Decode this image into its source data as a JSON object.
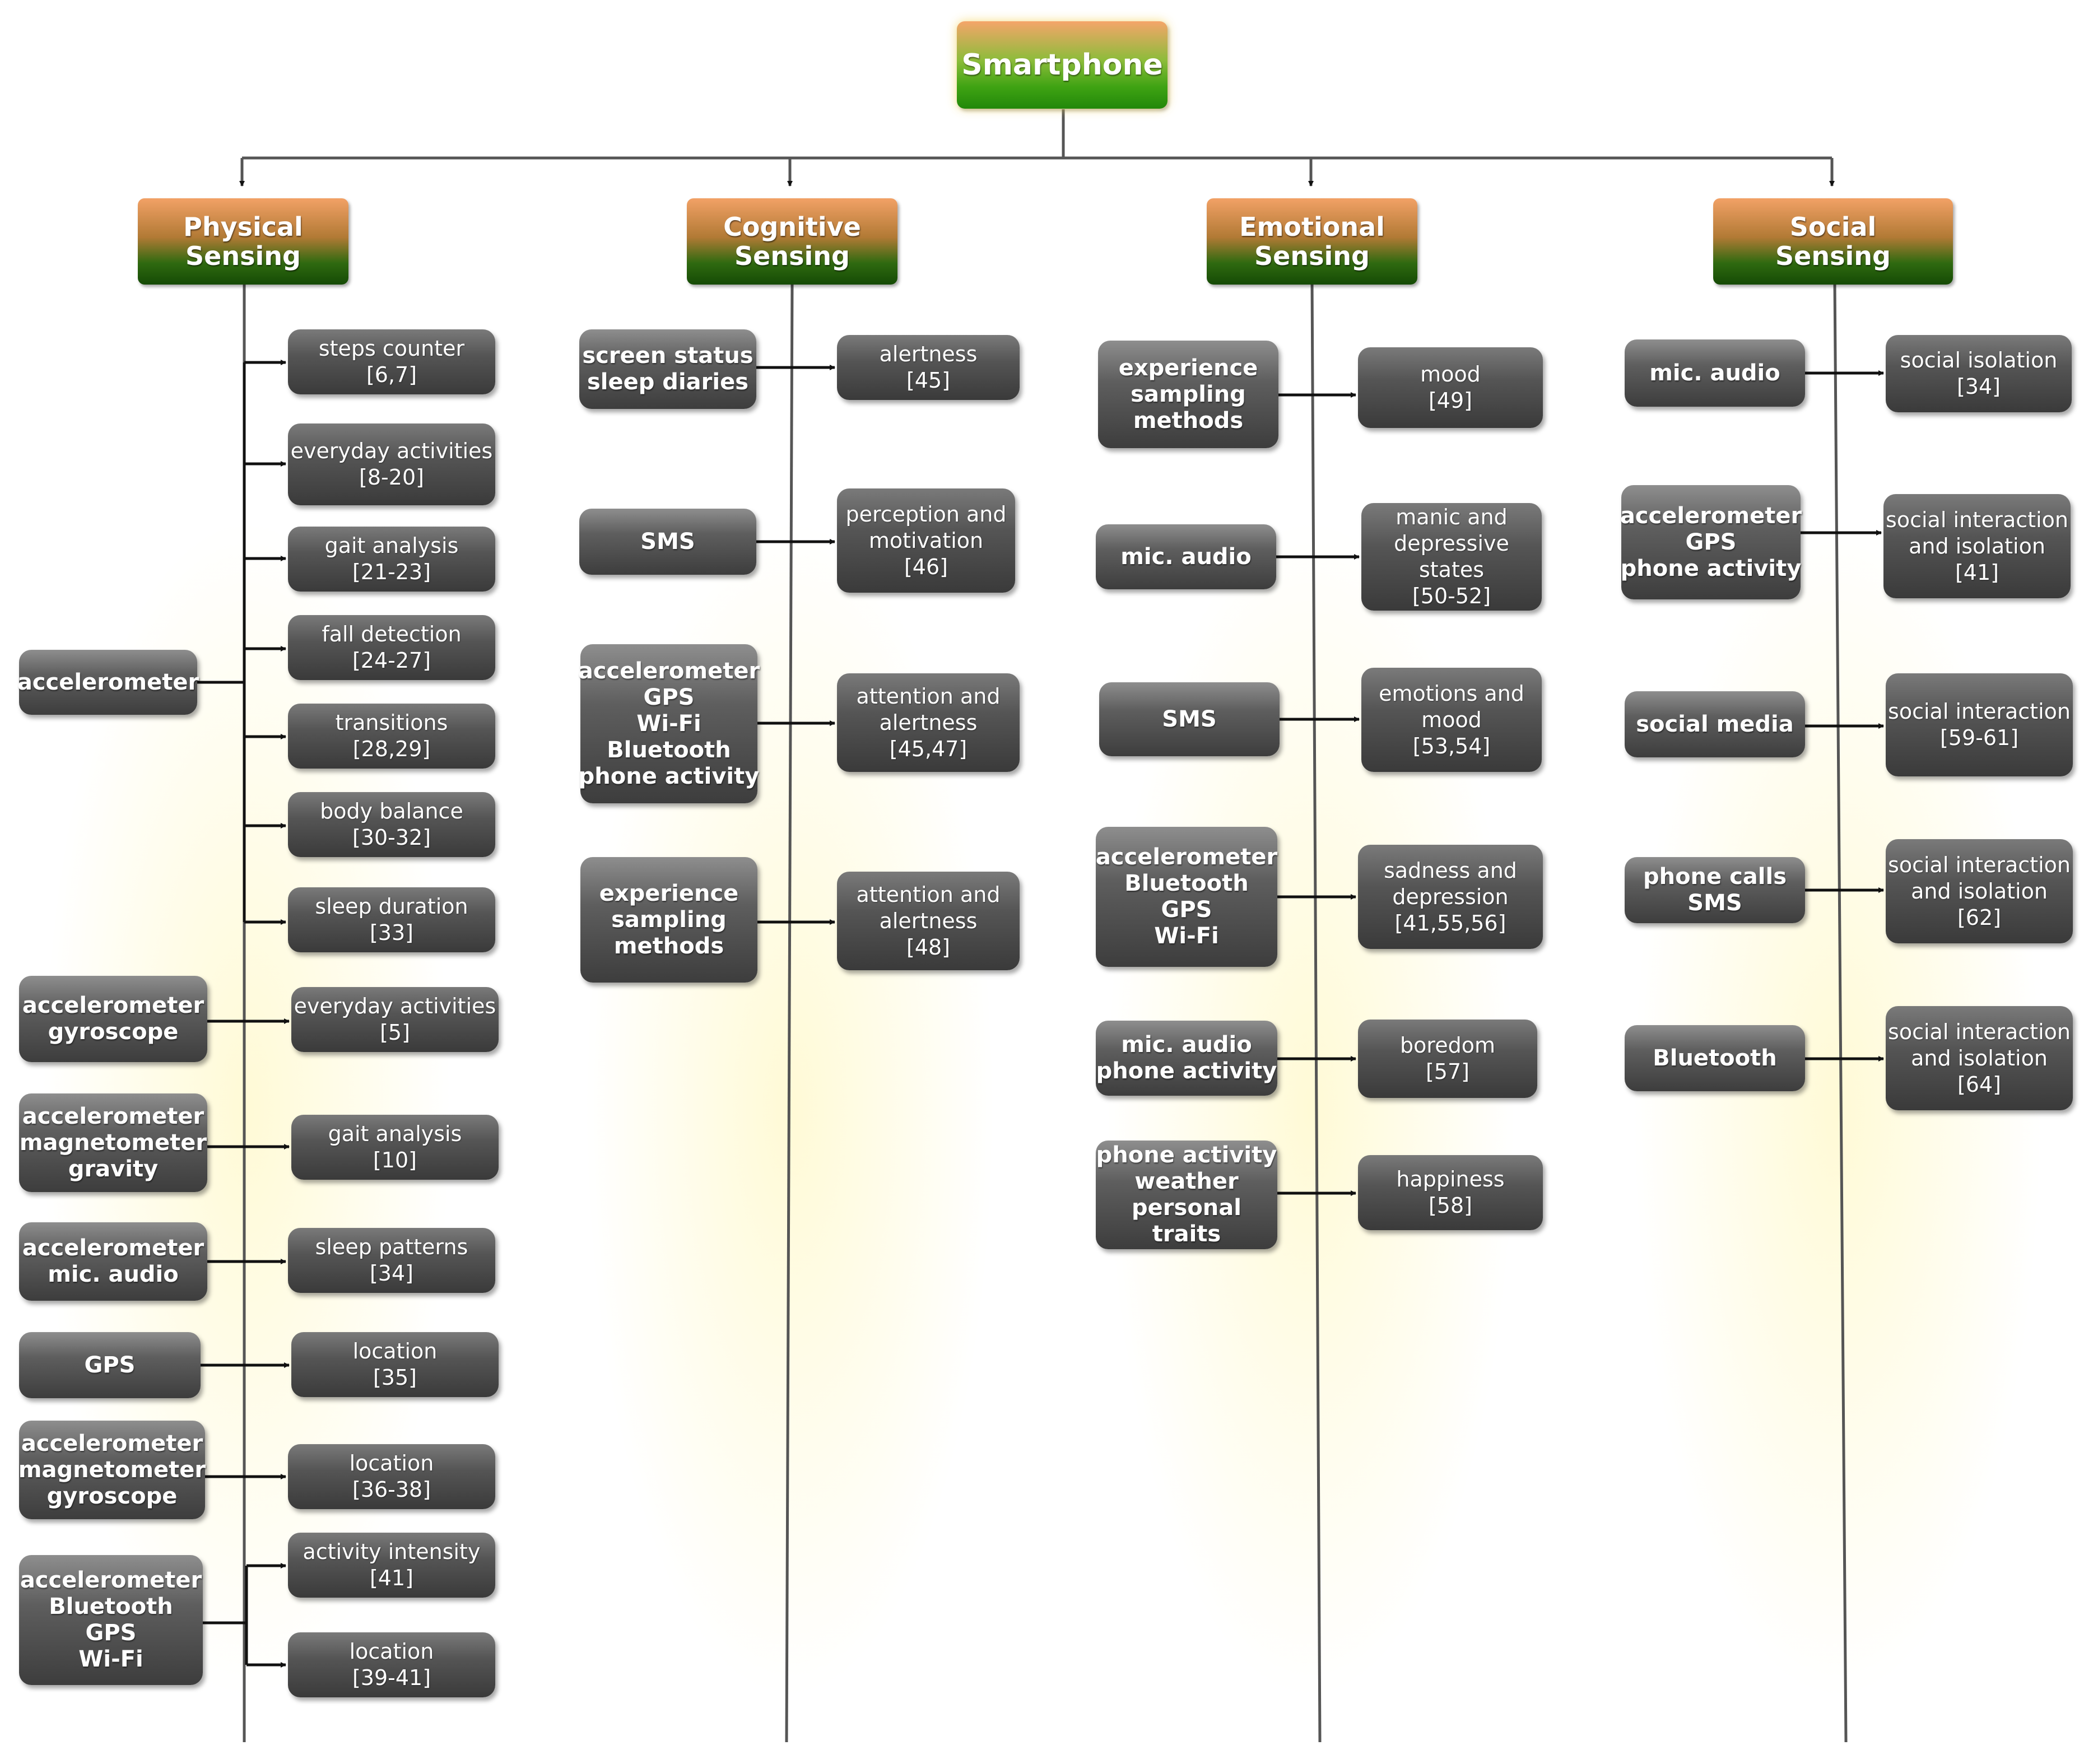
{
  "root": {
    "label": "Smartphone"
  },
  "categories": [
    {
      "label": "Physical\nSensing"
    },
    {
      "label": "Cognitive\nSensing"
    },
    {
      "label": "Emotional\nSensing"
    },
    {
      "label": "Social\nSensing"
    }
  ],
  "physical": {
    "sources": [
      "accelerometer",
      "accelerometer\ngyroscope",
      "accelerometer\nmagnetometer\ngravity",
      "accelerometer\nmic. audio",
      "GPS",
      "accelerometer\nmagnetometer\ngyroscope",
      "accelerometer\nBluetooth\nGPS\nWi-Fi"
    ],
    "results": [
      "steps counter\n[6,7]",
      "everyday activities\n[8-20]",
      "gait analysis\n[21-23]",
      "fall detection\n[24-27]",
      "transitions\n[28,29]",
      "body balance\n[30-32]",
      "sleep duration\n[33]",
      "everyday activities\n[5]",
      "gait analysis\n[10]",
      "sleep patterns\n[34]",
      "location\n[35]",
      "location\n[36-38]",
      "activity intensity\n[41]",
      "location\n[39-41]"
    ]
  },
  "cognitive": {
    "sources": [
      "screen status\nsleep diaries",
      "SMS",
      "accelerometer\nGPS\nWi-Fi\nBluetooth\nphone activity",
      "experience\nsampling\nmethods"
    ],
    "results": [
      "alertness\n[45]",
      "perception and\nmotivation\n[46]",
      "attention and\nalertness\n[45,47]",
      "attention and\nalertness\n[48]"
    ]
  },
  "emotional": {
    "sources": [
      "experience\nsampling\nmethods",
      "mic. audio",
      "SMS",
      "accelerometer\nBluetooth\nGPS\nWi-Fi",
      "mic. audio\nphone activity",
      "phone activity\nweather\npersonal traits"
    ],
    "results": [
      "mood\n[49]",
      "manic and\ndepressive states\n[50-52]",
      "emotions and\nmood\n[53,54]",
      "sadness and\ndepression\n[41,55,56]",
      "boredom\n[57]",
      "happiness\n[58]"
    ]
  },
  "social": {
    "sources": [
      "mic. audio",
      "accelerometer\nGPS\nphone activity",
      "social media",
      "phone calls\nSMS",
      "Bluetooth"
    ],
    "results": [
      "social isolation\n[34]",
      "social interaction\nand isolation\n[41]",
      "social interaction\n[59-61]",
      "social interaction\nand isolation\n[62]",
      "social interaction\nand isolation\n[64]"
    ]
  },
  "colors": {
    "line": "#555555",
    "box_dark": "#4a4a4a",
    "category_top": "#f2a166",
    "category_bottom": "#154a05",
    "root_bottom": "#22880a",
    "glow": "#fff7c2"
  }
}
